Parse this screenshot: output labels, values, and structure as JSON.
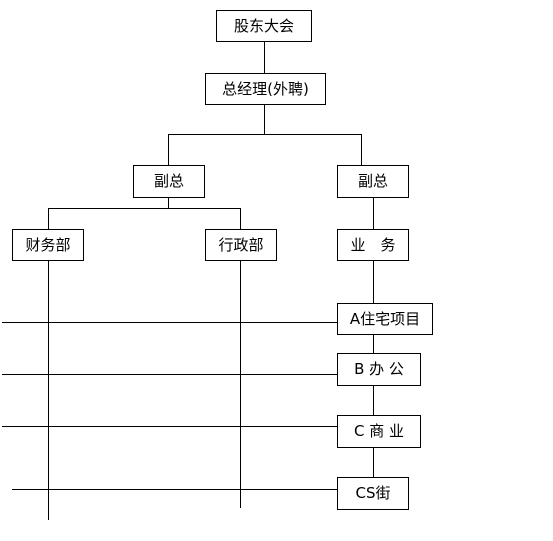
{
  "org_chart": {
    "shareholders_meeting": "股东大会",
    "general_manager": "总经理(外聘)",
    "vice_president_left": "副总",
    "vice_president_right": "副总",
    "finance_dept": "财务部",
    "admin_dept": "行政部",
    "business_dept": "业　务",
    "project_a": "A住宅项目",
    "project_b": "B 办 公",
    "project_c": "C 商 业",
    "project_cs": "CS街"
  },
  "colors": {
    "line": "#000000",
    "box_border": "#000000",
    "background": "#ffffff"
  }
}
